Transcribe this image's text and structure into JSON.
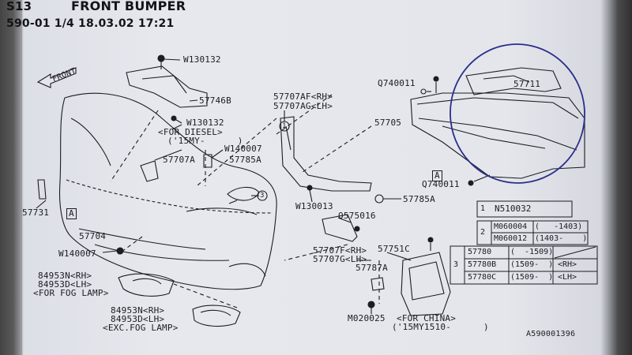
{
  "header": {
    "group_code": "S13",
    "title": "FRONT BUMPER",
    "page_info": "590-01 1/4 18.03.02 17:21"
  },
  "front_arrow": "FRONT",
  "parts": {
    "w130132_top": "W130132",
    "p57746b": "57746B",
    "w130132_mid": "W130132",
    "for_diesel": "<FOR DIESEL>",
    "from_15my": "('15MY-      )",
    "w140007_a": "W140007",
    "p57707a": "57707A",
    "p57785a_top": "57785A",
    "p57707af": "57707AF<RH>",
    "p57707ag": "57707AG<LH>",
    "q740011_top": "Q740011",
    "p57711": "57711",
    "p57705": "57705",
    "q740011_bottom": "Q740011",
    "p57731": "57731",
    "w130013": "W130013",
    "p57785a_bottom": "57785A",
    "q575016": "Q575016",
    "p57704": "57704",
    "w140007_b": "W140007",
    "p57707f": "57707F<RH>",
    "p57707g": "57707G<LH>",
    "p57751c": "57751C",
    "p57787a": "57787A",
    "p84953n_fog": "84953N<RH>",
    "p84953d_fog": "84953D<LH>",
    "for_fog_lamp": "<FOR FOG LAMP>",
    "p84953n_exc": "84953N<RH>",
    "p84953d_exc": "84953D<LH>",
    "exc_fog_lamp": "<EXC.FOG LAMP>",
    "m020025": "M020025",
    "for_china": "<FOR CHINA>",
    "from_15my1510": "('15MY1510-      )",
    "ref_a_1": "A",
    "ref_a_2": "A",
    "callout_1": "1",
    "callout_3": "3"
  },
  "legend_1": {
    "num": "1",
    "code": "N510032"
  },
  "legend_2": {
    "num": "2",
    "rows": [
      {
        "code": "M060004",
        "range": "(   -1403)"
      },
      {
        "code": "M060012",
        "range": "(1403-    )"
      }
    ]
  },
  "legend_3": {
    "num": "3",
    "rows": [
      {
        "code": "57780",
        "range": "(  -1509)",
        "side": ""
      },
      {
        "code": "57780B",
        "range": "(1509-  )",
        "side": "<RH>"
      },
      {
        "code": "57780C",
        "range": "(1509-  )",
        "side": "<LH>"
      }
    ]
  },
  "footer_code": "A590001396",
  "colors": {
    "ink": "#1c1c22",
    "marker": "#2a2f8a",
    "paper": "#e5e6ec"
  }
}
